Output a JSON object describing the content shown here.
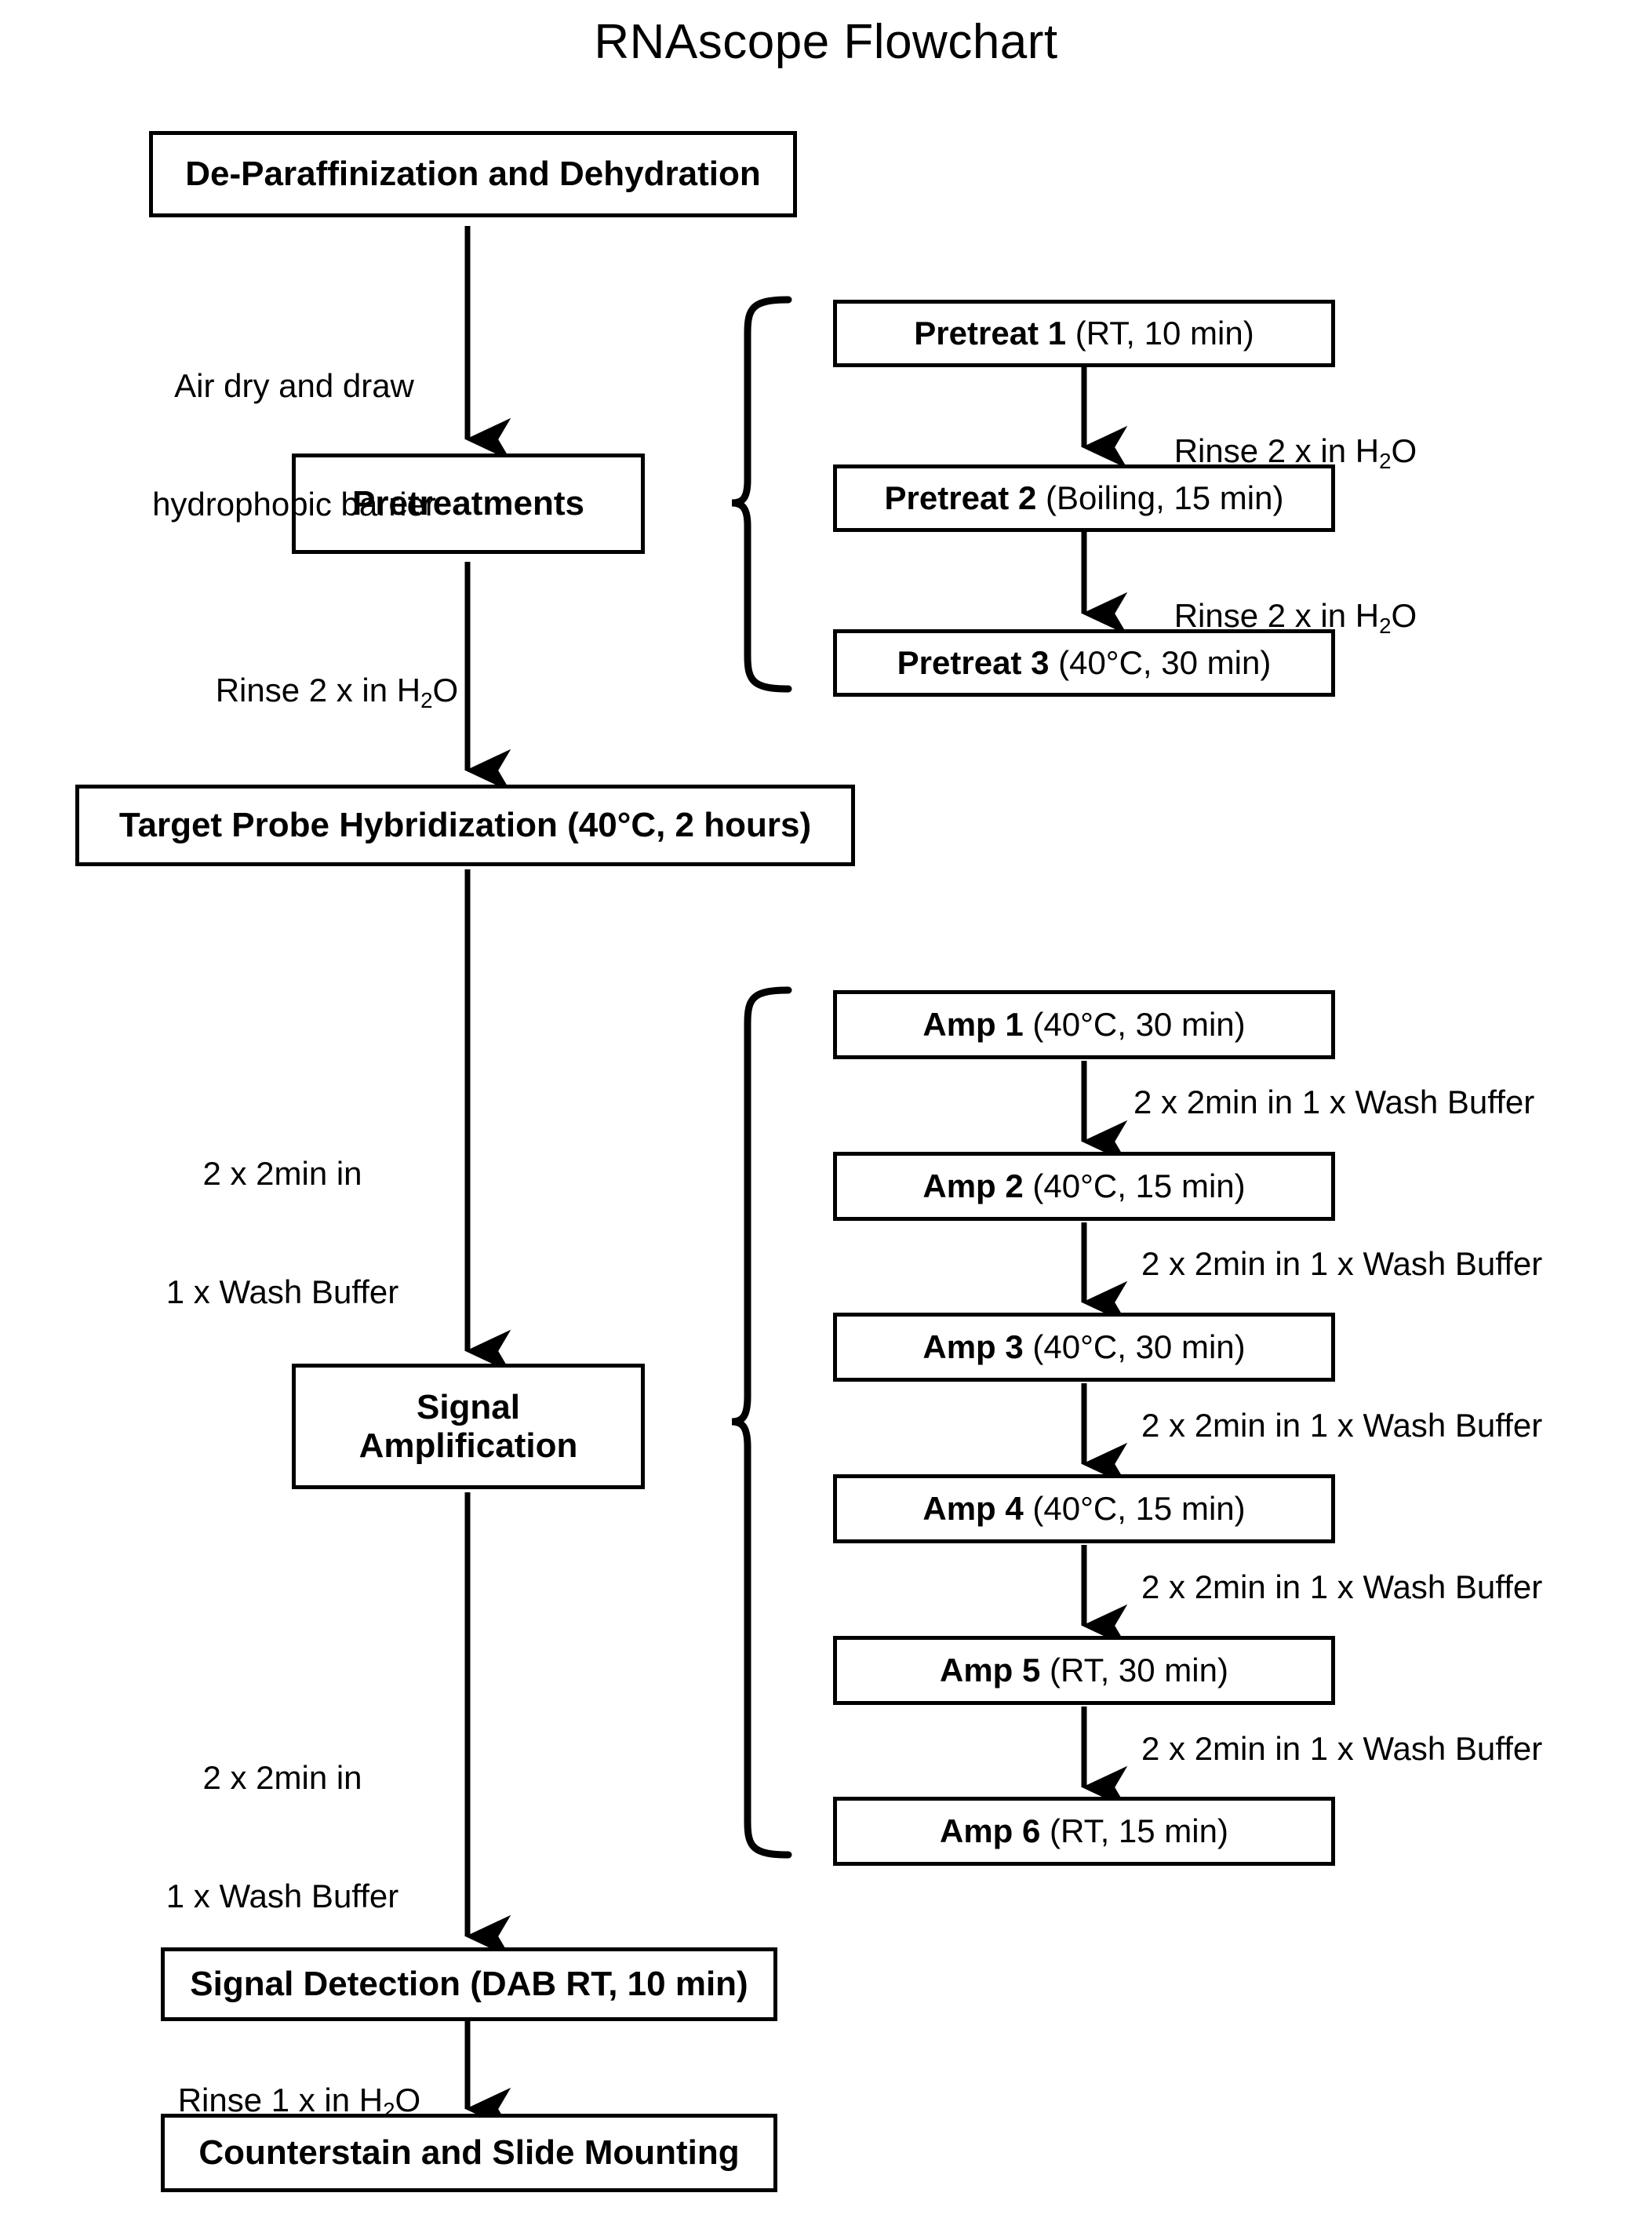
{
  "title": "RNAscope  Flowchart",
  "main_column": {
    "steps": [
      {
        "id": "de-paraffinization",
        "label": "De-Paraffinization and Dehydration"
      },
      {
        "id": "pretreatments",
        "label": "Pretreatments"
      },
      {
        "id": "target-probe-hybridization",
        "label": "Target Probe Hybridization (40°C, 2 hours)"
      },
      {
        "id": "signal-amplification",
        "line1": "Signal",
        "line2": "Amplification"
      },
      {
        "id": "signal-detection",
        "label": "Signal Detection (DAB RT, 10 min)"
      },
      {
        "id": "counterstain",
        "label": "Counterstain and Slide Mounting"
      }
    ],
    "edge_labels": [
      {
        "id": "air-dry",
        "line1": "Air dry and draw",
        "line2": "hydrophobic barrier"
      },
      {
        "id": "rinse-2x-h2o-pretreat",
        "pre": "Rinse 2 x in H",
        "sub": "2",
        "post": "O"
      },
      {
        "id": "wash-buffer-to-amp",
        "line1": "2 x 2min in",
        "line2": "1 x Wash Buffer"
      },
      {
        "id": "wash-buffer-to-detection",
        "line1": "2 x 2min in",
        "line2": "1 x Wash Buffer"
      },
      {
        "id": "rinse-1x-h2o",
        "pre": "Rinse 1 x in H",
        "sub": "2",
        "post": "O"
      }
    ]
  },
  "pretreat_branch": {
    "boxes": [
      {
        "id": "pretreat-1",
        "bold": "Pretreat 1",
        "rest": " (RT, 10 min)"
      },
      {
        "id": "pretreat-2",
        "bold": "Pretreat 2",
        "rest": " (Boiling, 15 min)"
      },
      {
        "id": "pretreat-3",
        "bold": "Pretreat 3",
        "rest": " (40°C, 30 min)"
      }
    ],
    "edge_labels": [
      {
        "id": "rinse-2x-h2o-a",
        "pre": "Rinse 2 x in H",
        "sub": "2",
        "post": "O"
      },
      {
        "id": "rinse-2x-h2o-b",
        "pre": "Rinse 2 x in H",
        "sub": "2",
        "post": "O"
      }
    ]
  },
  "amp_branch": {
    "boxes": [
      {
        "id": "amp-1",
        "bold": "Amp 1",
        "rest": " (40°C, 30 min)"
      },
      {
        "id": "amp-2",
        "bold": "Amp 2",
        "rest": " (40°C, 15 min)"
      },
      {
        "id": "amp-3",
        "bold": "Amp 3",
        "rest": " (40°C, 30 min)"
      },
      {
        "id": "amp-4",
        "bold": "Amp 4",
        "rest": " (40°C, 15 min)"
      },
      {
        "id": "amp-5",
        "bold": "Amp 5",
        "rest": " (RT, 30 min)"
      },
      {
        "id": "amp-6",
        "bold": "Amp 6",
        "rest": " (RT, 15 min)"
      }
    ],
    "edge_labels": [
      {
        "id": "wash-1",
        "text": "2 x 2min in 1 x Wash Buffer"
      },
      {
        "id": "wash-2",
        "text": "2 x 2min in 1 x Wash Buffer"
      },
      {
        "id": "wash-3",
        "text": "2 x 2min in 1 x Wash Buffer"
      },
      {
        "id": "wash-4",
        "text": "2 x 2min in 1 x Wash Buffer"
      },
      {
        "id": "wash-5",
        "text": "2 x 2min in 1 x Wash Buffer"
      }
    ]
  },
  "colors": {
    "stroke": "#000000",
    "fill": "#ffffff",
    "text": "#000000"
  }
}
